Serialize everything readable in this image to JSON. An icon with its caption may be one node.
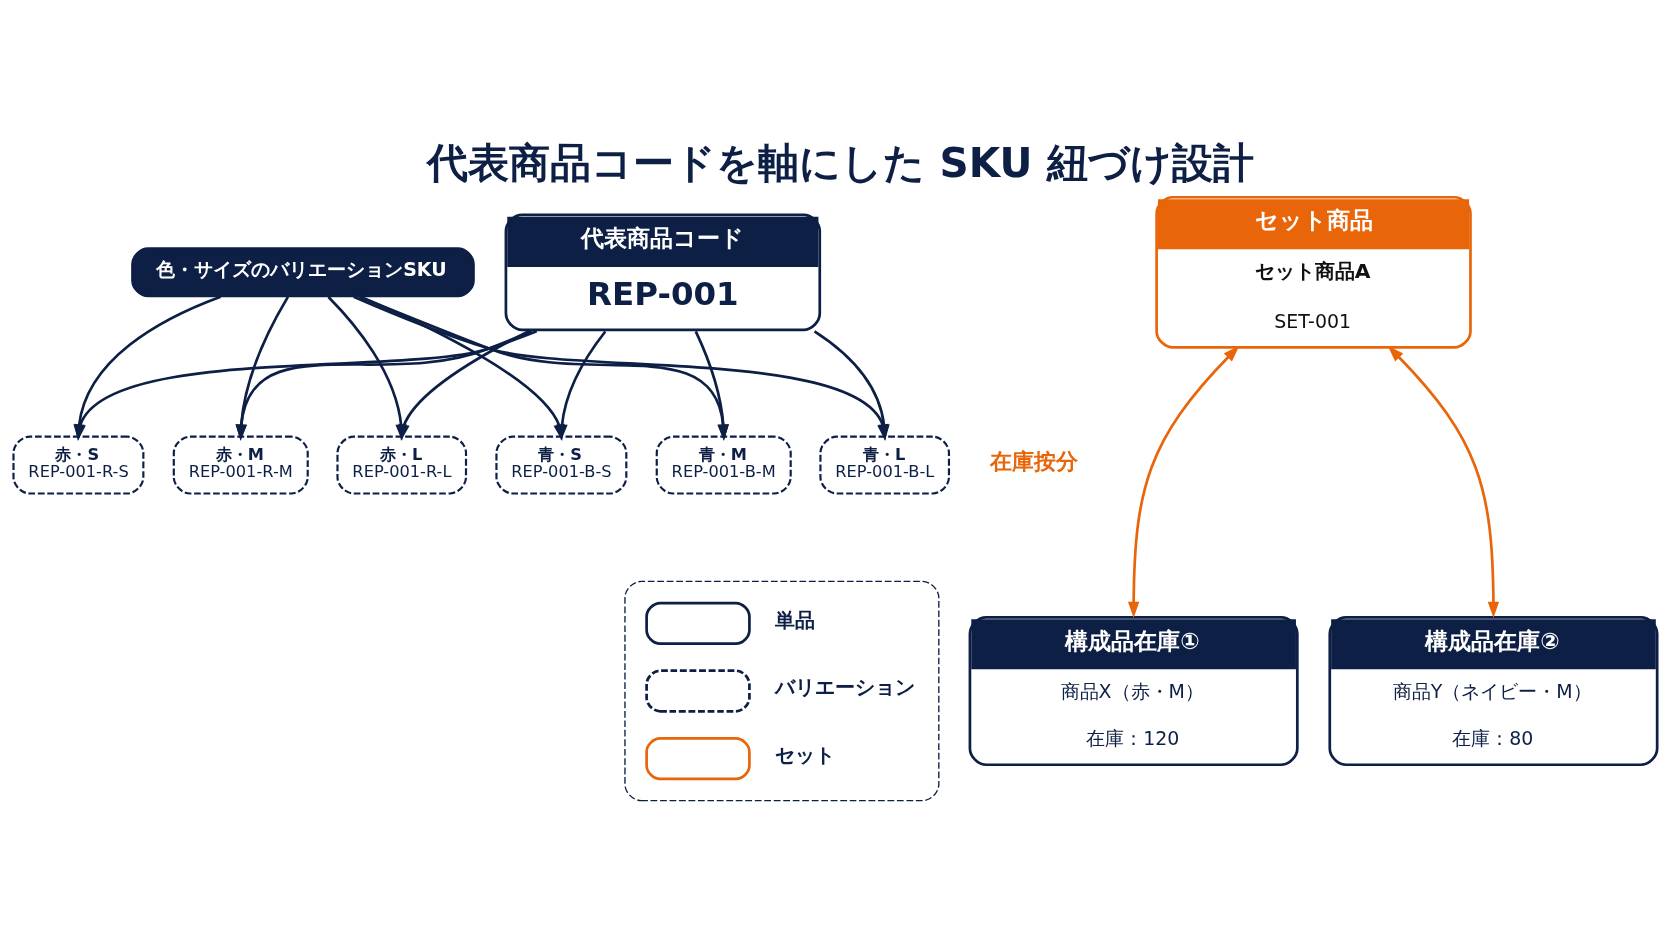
{
  "diagram": {
    "title": "代表商品コードを軸にした SKU 紐づけ設計",
    "nodes": [
      {
        "text": [
          "代表商品コード",
          "REP-001"
        ]
      },
      {
        "text": [
          "色・サイズのバリエーションSKU"
        ]
      },
      {
        "text": [
          "赤・S",
          "REP-001-R-S"
        ]
      },
      {
        "text": [
          "赤・M",
          "REP-001-R-M"
        ]
      },
      {
        "text": [
          "赤・L",
          "REP-001-R-L"
        ]
      },
      {
        "text": [
          "青・S",
          "REP-001-B-S"
        ]
      },
      {
        "text": [
          "青・M",
          "REP-001-B-M"
        ]
      },
      {
        "text": [
          "青・L",
          "REP-001-B-L"
        ]
      },
      {
        "text": [
          "セット商品",
          "セット商品A",
          "SET-001"
        ]
      },
      {
        "text": [
          "構成品在庫①",
          "商品X（赤・M）",
          "在庫：120"
        ]
      },
      {
        "text": [
          "構成品在庫②",
          "商品Y（ネイビー・M）",
          "在庫：80"
        ]
      }
    ],
    "edges": [
      {
        "from": 0,
        "to": 2,
        "arrow": "to"
      },
      {
        "from": 0,
        "to": 3,
        "arrow": "to"
      },
      {
        "from": 0,
        "to": 4,
        "arrow": "to"
      },
      {
        "from": 0,
        "to": 5,
        "arrow": "to"
      },
      {
        "from": 0,
        "to": 6,
        "arrow": "to"
      },
      {
        "from": 0,
        "to": 7,
        "arrow": "to"
      },
      {
        "from": 1,
        "to": 2,
        "arrow": "to"
      },
      {
        "from": 1,
        "to": 3,
        "arrow": "to"
      },
      {
        "from": 1,
        "to": 4,
        "arrow": "to"
      },
      {
        "from": 1,
        "to": 5,
        "arrow": "to"
      },
      {
        "from": 1,
        "to": 6,
        "arrow": "to"
      },
      {
        "from": 1,
        "to": 7,
        "arrow": "to"
      },
      {
        "from": 8,
        "to": 9,
        "arrow": "both",
        "color": "#e8650a"
      },
      {
        "from": 8,
        "to": 10,
        "arrow": "both",
        "color": "#e8650a"
      }
    ],
    "labels": [
      "在庫按分"
    ],
    "legend": [
      {
        "text": "単品"
      },
      {
        "text": "バリエーション"
      },
      {
        "text": "セット"
      }
    ]
  }
}
